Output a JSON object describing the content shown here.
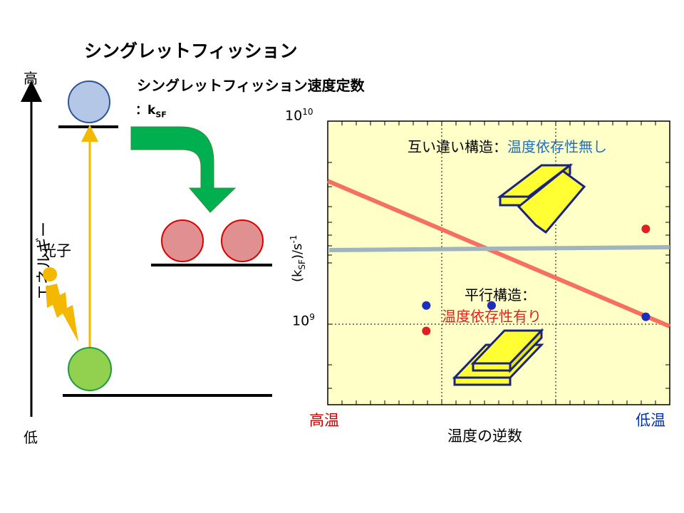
{
  "title": "シングレットフィッション",
  "subtitle": "シングレットフィッション速度定数",
  "rate_constant": {
    "prefix": "：k",
    "subscript": "SF"
  },
  "energy_axis": {
    "label": "エネルギー",
    "high": "高",
    "low": "低"
  },
  "photon_label": "光子",
  "chart_data": {
    "type": "scatter",
    "y_scale": "log",
    "y_ticks": [
      {
        "base": "10",
        "exp": "10"
      },
      {
        "base": "10",
        "exp": "9"
      }
    ],
    "ylabel": {
      "open": "(k",
      "sub": "SF",
      "mid": ")/s",
      "sup": "-1"
    },
    "xlabel": "温度の逆数",
    "x_left_label": "高温",
    "x_right_label": "低温",
    "series": [
      {
        "color": "#e02020",
        "points": [
          [
            0.26,
            0.74
          ],
          [
            0.48,
            0.65
          ],
          [
            1.0,
            0.38
          ]
        ]
      },
      {
        "color": "#1a2fbf",
        "points": [
          [
            0.26,
            0.65
          ],
          [
            0.48,
            0.65
          ],
          [
            1.0,
            0.69
          ]
        ]
      }
    ],
    "annotations": [
      {
        "text_a": "互い違い構造：",
        "text_b": "温度依存性無し",
        "color_b": "#1f6fbf"
      },
      {
        "text_a": "平行構造：",
        "text_b": "温度依存性有り",
        "color_b": "#e02020"
      }
    ],
    "colors": {
      "background": "#ffffc8",
      "red_fit": "#f57060",
      "blue_fit": "#9fb4bf"
    }
  }
}
